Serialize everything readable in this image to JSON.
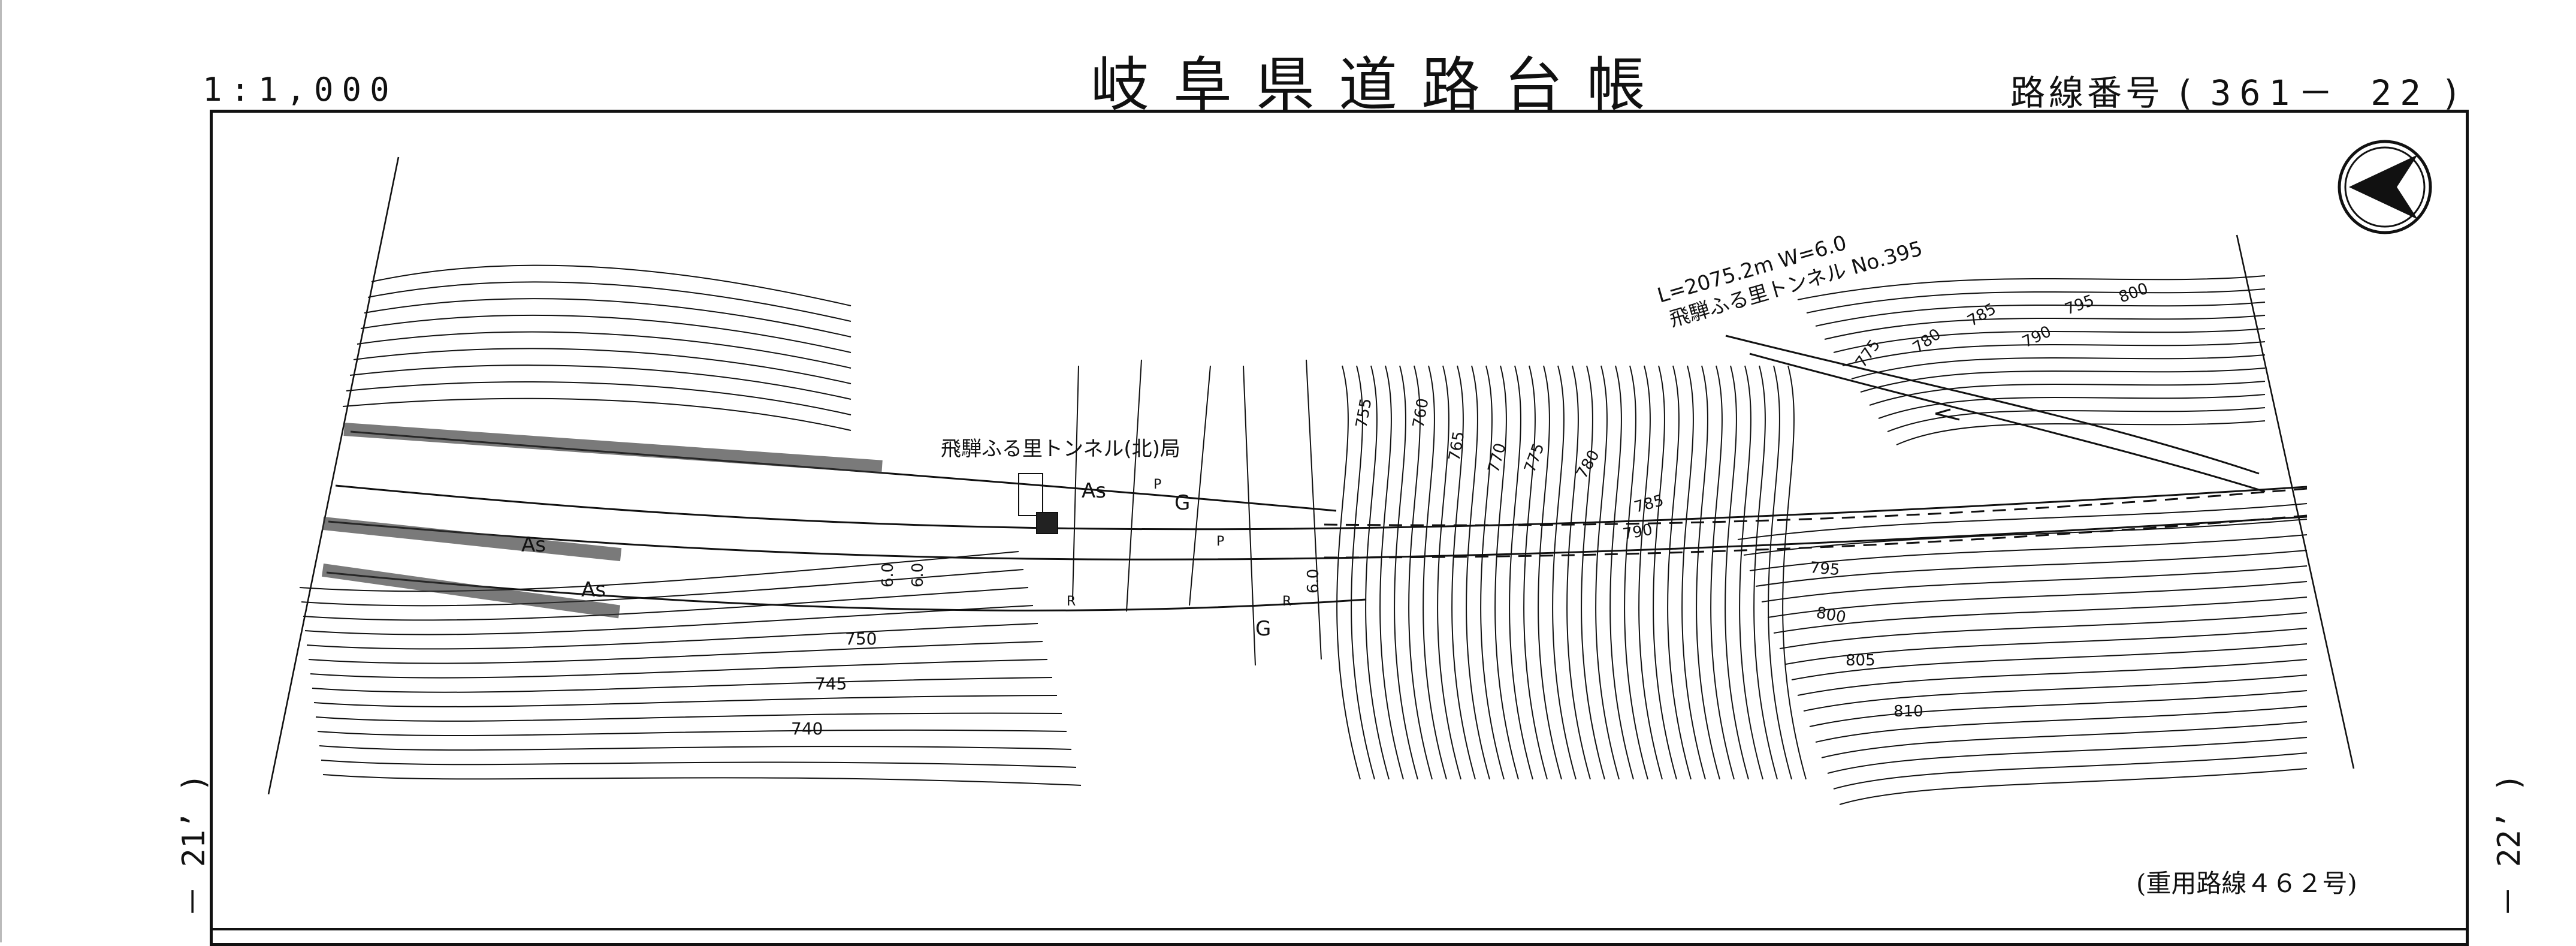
{
  "header": {
    "scale": "1:1,000",
    "title": "岐阜県道路台帳",
    "route_label": "路線番号",
    "route_open": "(",
    "route_number": "361－ 22",
    "route_close": ")"
  },
  "sheet_edges": {
    "left": "－ 21’ )",
    "right": "－ 22’ )"
  },
  "map": {
    "tunnel_dimensions": "L=2075.2m W=6.0",
    "tunnel_name": "飛騨ふる里トンネル No.395",
    "station_label": "飛騨ふる里トンネル(北)局",
    "surface_labels": [
      "As",
      "As",
      "As",
      "G",
      "G",
      "P",
      "P",
      "R",
      "R"
    ],
    "widths": [
      "6.0",
      "6.0",
      "6.0"
    ],
    "contours_south_west": [
      "750",
      "745",
      "740"
    ],
    "contours_north_east": [
      "755",
      "760",
      "765",
      "770",
      "775",
      "780",
      "775",
      "780",
      "785",
      "790",
      "795",
      "800"
    ],
    "contours_east": [
      "785",
      "790",
      "795",
      "800",
      "805",
      "810"
    ]
  },
  "footer": {
    "overlap_note": "(重用路線４６２号)"
  },
  "colors": {
    "ink": "#111111",
    "paper": "#ffffff"
  },
  "icons": [
    "north-arrow-icon"
  ]
}
